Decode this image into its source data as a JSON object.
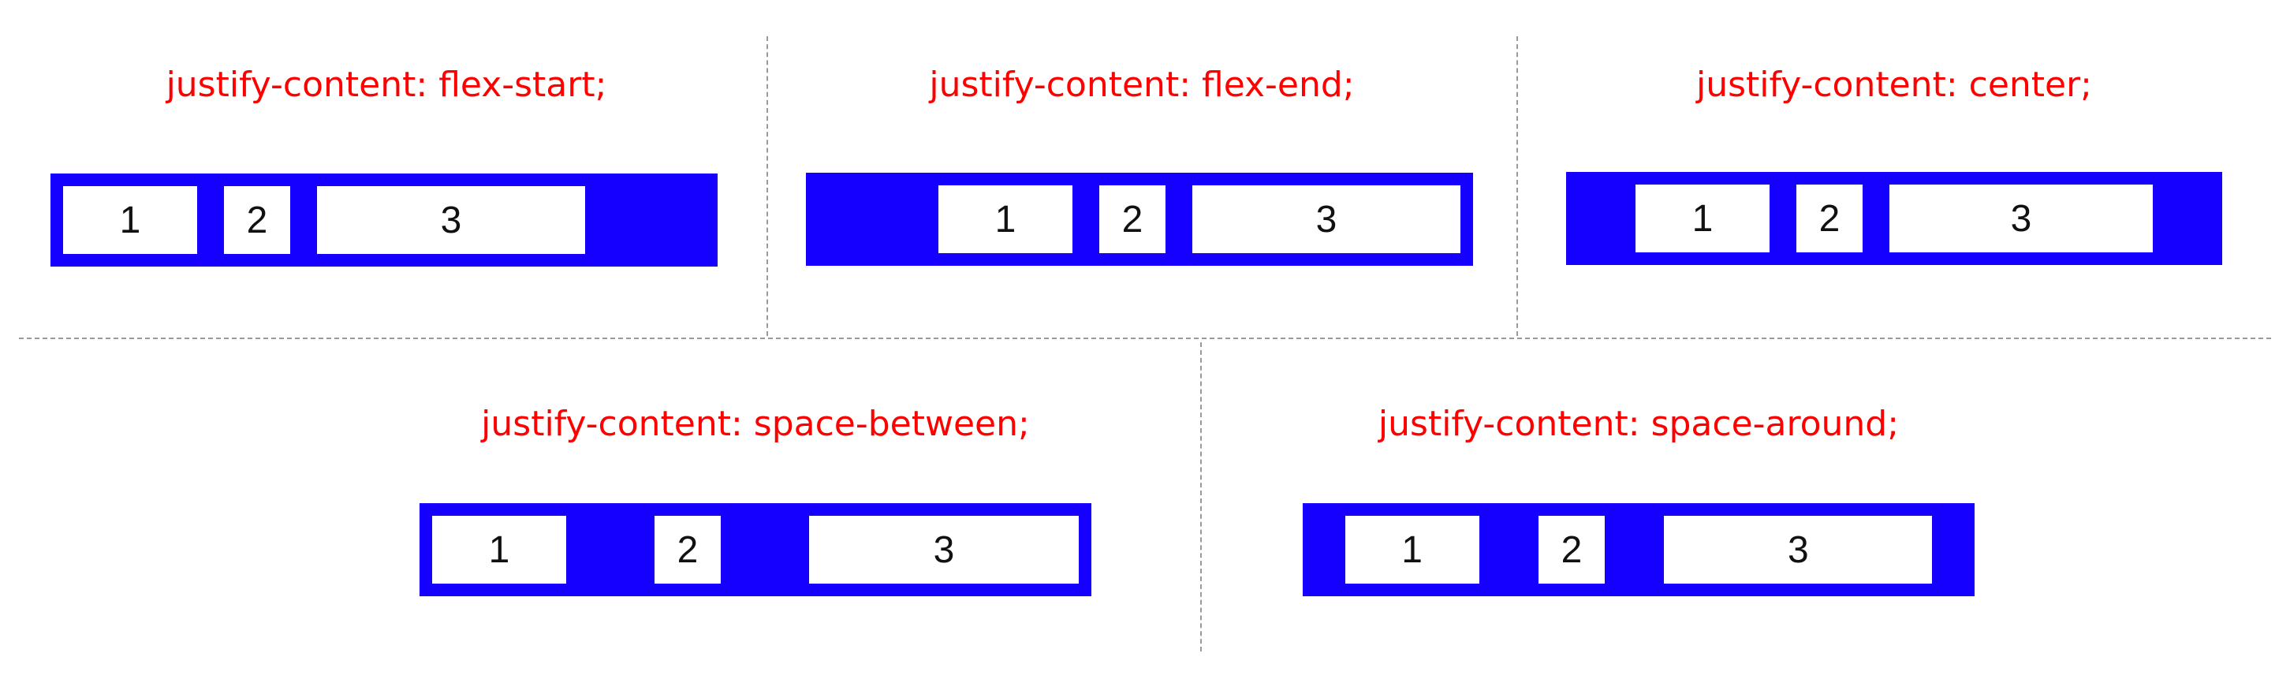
{
  "colors": {
    "label_text": "#ff0000",
    "container_fill": "#1500ff",
    "item_fill": "#ffffff",
    "item_text": "#111111",
    "divider": "#9a9a9a"
  },
  "examples": [
    {
      "label": "justify-content: flex-start;",
      "items": [
        "1",
        "2",
        "3"
      ]
    },
    {
      "label": "justify-content: flex-end;",
      "items": [
        "1",
        "2",
        "3"
      ]
    },
    {
      "label": "justify-content: center;",
      "items": [
        "1",
        "2",
        "3"
      ]
    },
    {
      "label": "justify-content: space-between;",
      "items": [
        "1",
        "2",
        "3"
      ]
    },
    {
      "label": "justify-content: space-around;",
      "items": [
        "1",
        "2",
        "3"
      ]
    }
  ]
}
